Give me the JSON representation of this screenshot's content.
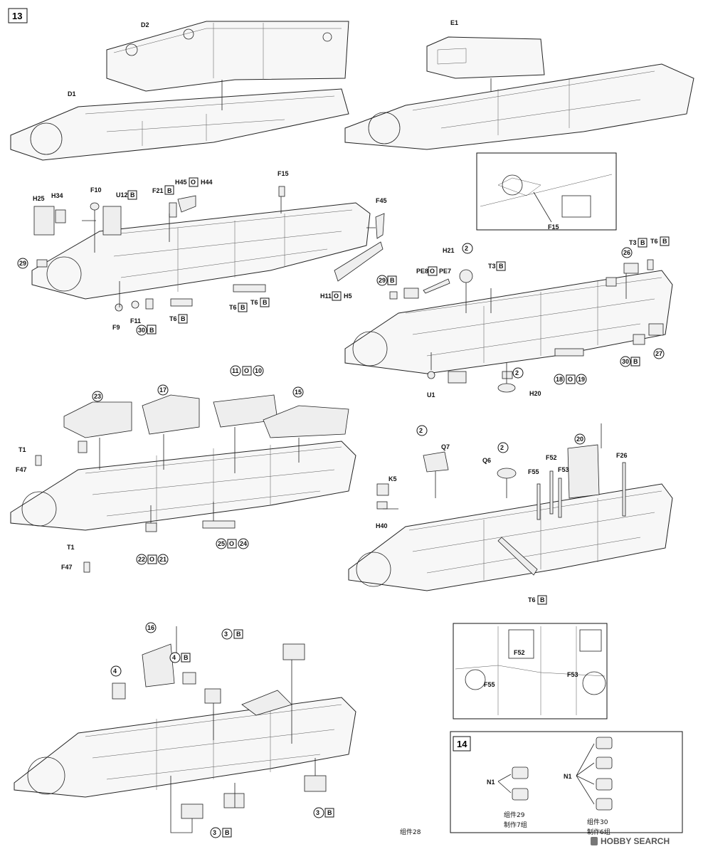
{
  "steps": {
    "step13": "13",
    "step14": "14"
  },
  "stage1": {
    "d2": "D2",
    "d1": "D1",
    "e1": "E1",
    "inset_f15": "F15"
  },
  "stage2_left": {
    "h25": "H25",
    "h34": "H34",
    "f10": "F10",
    "u12": "U12",
    "u12_mat": "B",
    "f21": "F21",
    "f21_mat": "B",
    "h45": "H45",
    "o_mid": "O",
    "h44": "H44",
    "f15": "F15",
    "f45": "F45",
    "n29": "29",
    "f9": "F9",
    "f11": "F11",
    "n30": "30",
    "n30_mat": "B",
    "t6a": "T6",
    "t6a_mat": "B",
    "t6b": "T6",
    "t6b_mat": "B",
    "t6c": "T6",
    "t6c_mat": "B",
    "h11": "H11",
    "o_h": "O",
    "h5": "H5"
  },
  "stage2_right": {
    "n2a": "2",
    "h21": "H21",
    "pe8": "PE8",
    "o_pe": "O",
    "pe7": "PE7",
    "t3": "T3",
    "t3_mat": "B",
    "n29": "29",
    "n29_mat": "B",
    "t3b": "T3",
    "t3b_mat": "B",
    "t6": "T6",
    "t6_mat": "B",
    "n26": "26",
    "n27": "27",
    "n30": "30",
    "n30_mat": "B",
    "n18": "18",
    "o": "O",
    "n19": "19",
    "u1": "U1",
    "n2b": "2",
    "h20": "H20"
  },
  "stage3_left": {
    "n23": "23",
    "n17": "17",
    "n11": "11",
    "o_top": "O",
    "n10": "10",
    "n15": "15",
    "t1a": "T1",
    "f47a": "F47",
    "n22": "22",
    "o_22": "O",
    "n21": "21",
    "n25": "25",
    "o_25": "O",
    "n24": "24",
    "t1b": "T1",
    "f47b": "F47"
  },
  "stage3_right": {
    "n2a": "2",
    "q7": "Q7",
    "n2b": "2",
    "q6": "Q6",
    "n20": "20",
    "k5": "K5",
    "h40": "H40",
    "f52": "F52",
    "f53": "F53",
    "f55": "F55",
    "f26": "F26",
    "t6": "T6",
    "t6_mat": "B"
  },
  "inset2": {
    "f52": "F52",
    "f53": "F53",
    "f55": "F55"
  },
  "stage4": {
    "n16": "16",
    "n4a": "4",
    "n4b": "4",
    "n4b_mat": "B",
    "n3a": "3",
    "n3a_mat": "B",
    "n3b": "3",
    "n3b_mat": "B",
    "n3c": "3",
    "n3c_mat": "B",
    "assembly": "组件28"
  },
  "step14_box": {
    "n1_left": "N1",
    "n1_right": "N1",
    "cap_left_1": "组件29",
    "cap_left_2": "制作7组",
    "cap_right_1": "组件30",
    "cap_right_2": "制作6组"
  },
  "watermark": "HOBBY SEARCH"
}
